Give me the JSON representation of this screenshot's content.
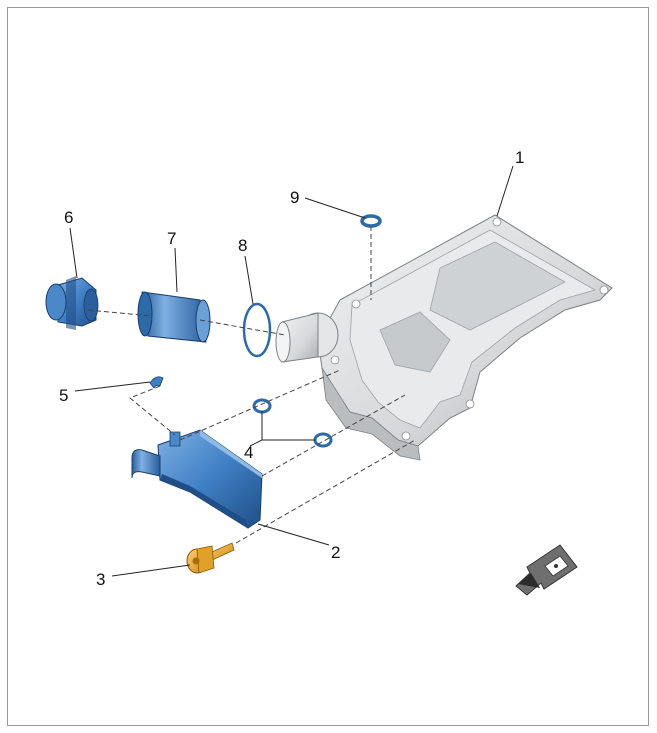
{
  "callouts": {
    "c1": "1",
    "c2": "2",
    "c3": "3",
    "c4": "4",
    "c5": "5",
    "c6": "6",
    "c7": "7",
    "c8": "8",
    "c9": "9"
  },
  "colors": {
    "blue_part": "#3f7fc4",
    "blue_dark": "#1f4f86",
    "aluminium": "#d8dadb",
    "aluminium_dark": "#a9adb0",
    "bolt": "#e9a62a",
    "frame": "#9a9a9a"
  },
  "icons": {
    "direction": "direction-arrow-icon"
  }
}
